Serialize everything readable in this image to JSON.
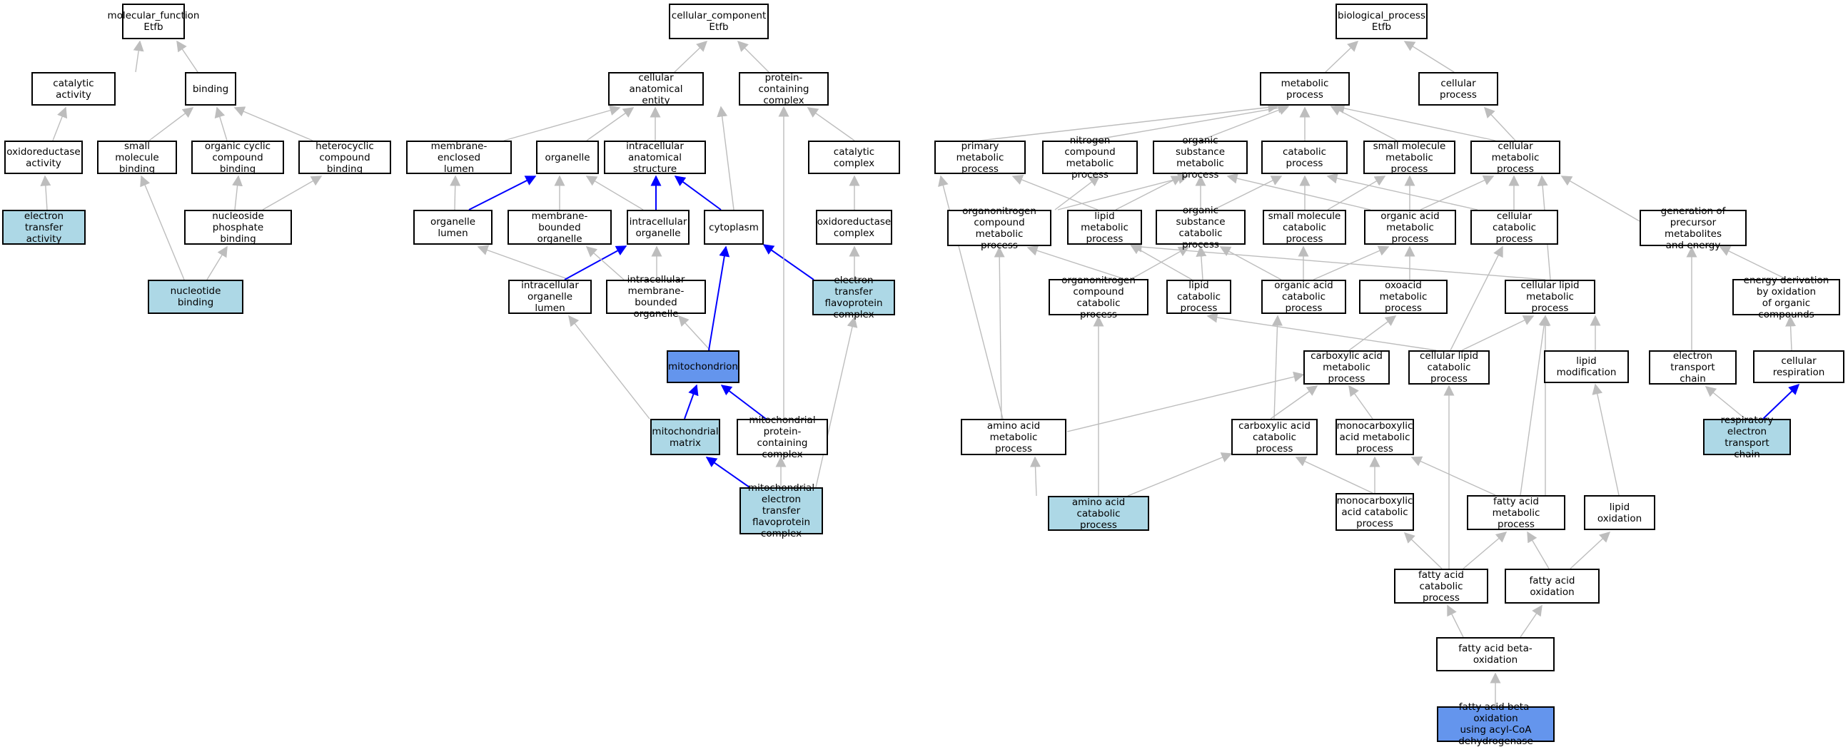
{
  "colors": {
    "edge": "#bdbdbd",
    "highlight_edge": "#0000ff",
    "annotated_fill": "#add8e6",
    "focus_fill": "#6495ed"
  },
  "nodes": {
    "mf": "molecular_function\nEtfb",
    "cat": "catalytic activity",
    "binding": "binding",
    "oxred": "oxidoreductase\nactivity",
    "smb": "small molecule\nbinding",
    "ocb": "organic cyclic\ncompound binding",
    "hcb": "heterocyclic\ncompound binding",
    "eta": "electron transfer\nactivity",
    "npb": "nucleoside phosphate\nbinding",
    "nb": "nucleotide binding",
    "cc": "cellular_component\nEtfb",
    "cae": "cellular anatomical\nentity",
    "pcc": "protein-containing\ncomplex",
    "mel": "membrane-enclosed\nlumen",
    "organelle": "organelle",
    "ias": "intracellular\nanatomical structure",
    "catc": "catalytic complex",
    "ol": "organelle lumen",
    "mbo": "membrane-bounded\norganelle",
    "io": "intracellular\norganelle",
    "cyto": "cytoplasm",
    "oxc": "oxidoreductase\ncomplex",
    "iol": "intracellular\norganelle lumen",
    "imbo": "intracellular\nmembrane-bounded\norganelle",
    "etfc": "electron transfer\nflavoprotein\ncomplex",
    "mito": "mitochondrion",
    "mm": "mitochondrial\nmatrix",
    "mpcc": "mitochondrial\nprotein-containing\ncomplex",
    "metfc": "mitochondrial\nelectron transfer\nflavoprotein\ncomplex",
    "bp": "biological_process\nEtfb",
    "mp": "metabolic process",
    "cp": "cellular process",
    "pmp": "primary metabolic\nprocess",
    "ncmp": "nitrogen compound\nmetabolic process",
    "osmp": "organic substance\nmetabolic process",
    "catp": "catabolic process",
    "smmp": "small molecule\nmetabolic process",
    "cmp": "cellular metabolic\nprocess",
    "oncmp": "organonitrogen\ncompound metabolic\nprocess",
    "lmp": "lipid metabolic\nprocess",
    "oscp": "organic substance\ncatabolic process",
    "smcp": "small molecule\ncatabolic process",
    "oamp": "organic acid\nmetabolic process",
    "ccp": "cellular catabolic\nprocess",
    "gpme": "generation of\nprecursor metabolites\nand energy",
    "onccp": "organonitrogen\ncompound catabolic\nprocess",
    "lcp": "lipid catabolic\nprocess",
    "oacp": "organic acid\ncatabolic process",
    "oxmp": "oxoacid metabolic\nprocess",
    "clmp": "cellular lipid\nmetabolic process",
    "edo": "energy derivation\nby oxidation\nof organic compounds",
    "camp": "carboxylic acid\nmetabolic process",
    "clcp": "cellular lipid\ncatabolic process",
    "lmod": "lipid modification",
    "etc": "electron transport\nchain",
    "cr": "cellular respiration",
    "aamp": "amino acid metabolic\nprocess",
    "cacp": "carboxylic acid\ncatabolic process",
    "mcamp": "monocarboxylic\nacid metabolic\nprocess",
    "retc": "respiratory\nelectron transport\nchain",
    "aacp": "amino acid catabolic\nprocess",
    "mcacp": "monocarboxylic\nacid catabolic\nprocess",
    "famp": "fatty acid metabolic\nprocess",
    "lox": "lipid oxidation",
    "facp": "fatty acid catabolic\nprocess",
    "fao": "fatty acid oxidation",
    "fabo": "fatty acid beta-oxidation",
    "fabod": "fatty acid beta-oxidation\nusing acyl-CoA\ndehydrogenase"
  }
}
